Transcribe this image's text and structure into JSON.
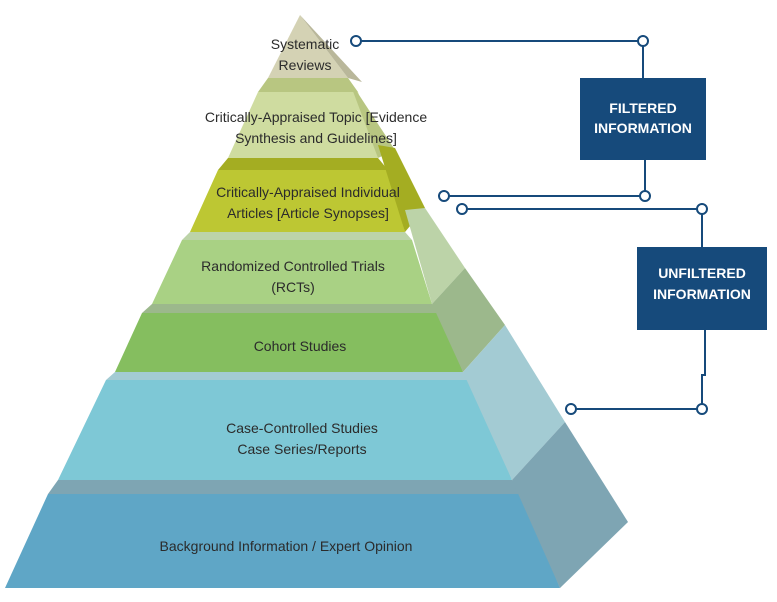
{
  "pyramid": {
    "tiers": [
      {
        "lines": [
          "Systematic",
          "Reviews"
        ],
        "front": "#d4d2b4",
        "side": "#b9b79a"
      },
      {
        "lines": [
          "Critically-Appraised Topic [Evidence",
          "Synthesis and Guidelines]"
        ],
        "front": "#cfdca0",
        "side": "#b8c681"
      },
      {
        "lines": [
          "Critically-Appraised Individual",
          "Articles [Article Synopses]"
        ],
        "front": "#bdc733",
        "side": "#a4ad22"
      },
      {
        "lines": [
          "Randomized Controlled Trials",
          "(RCTs)"
        ],
        "front": "#a9d184",
        "side": "#bcd3a8"
      },
      {
        "lines": [
          "Cohort Studies"
        ],
        "front": "#85be5f",
        "side": "#9cb88c"
      },
      {
        "lines": [
          "Case-Controlled Studies",
          "Case Series/Reports"
        ],
        "front": "#7ec8d6",
        "side": "#a3cbd3"
      },
      {
        "lines": [
          "Background Information / Expert Opinion"
        ],
        "front": "#5fa6c6",
        "side": "#7ea5b3"
      }
    ]
  },
  "filtered_box": {
    "line1": "FILTERED",
    "line2": "INFORMATION",
    "color": "#164a7b"
  },
  "unfiltered_box": {
    "line1": "UNFILTERED",
    "line2": "INFORMATION",
    "color": "#164a7b"
  },
  "connector_color": "#164a7b"
}
